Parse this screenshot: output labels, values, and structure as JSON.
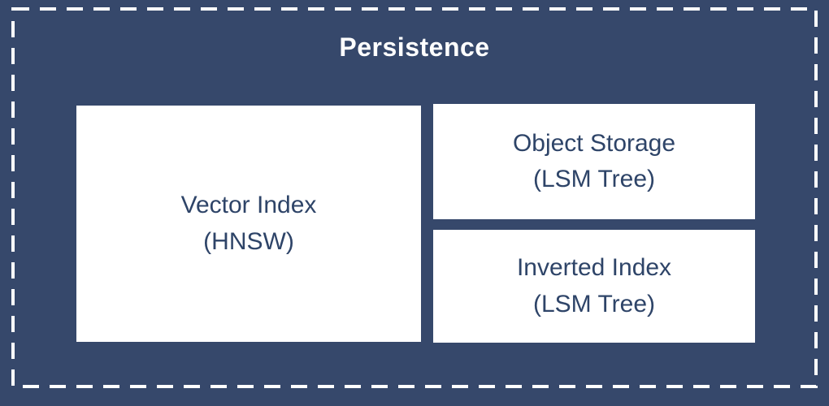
{
  "diagram": {
    "title": "Persistence",
    "boxes": [
      {
        "id": "vector-index",
        "line1": "Vector Index",
        "line2": "(HNSW)"
      },
      {
        "id": "object-storage",
        "line1": "Object Storage",
        "line2": "(LSM Tree)"
      },
      {
        "id": "inverted-index",
        "line1": "Inverted Index",
        "line2": "(LSM Tree)"
      }
    ],
    "colors": {
      "background": "#36486B",
      "box_background": "#FFFFFF",
      "box_text": "#2E4468",
      "title_text": "#FFFFFF",
      "dashed_border": "#FFFFFF"
    }
  }
}
